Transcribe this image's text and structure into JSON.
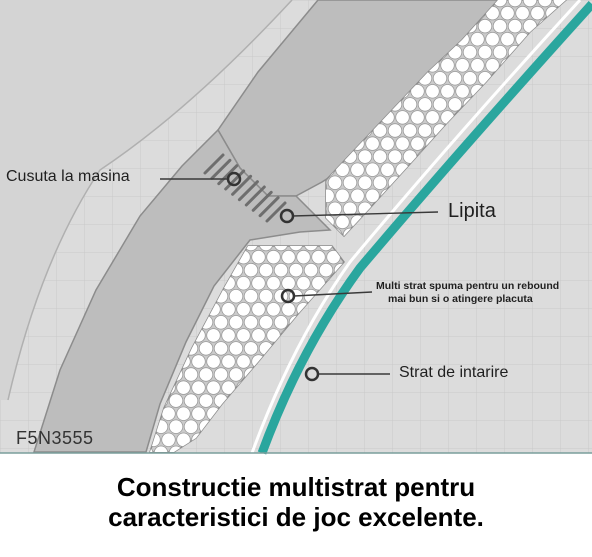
{
  "colors": {
    "background": "#dcdcdc",
    "grid": "#cacaca",
    "outer_layer": "#bdbdbd",
    "outer_layer_edge": "#8c8c8c",
    "foam_layer": "#cbcbcb",
    "foam_bead": "#ffffff",
    "stitch": "#6e6e6e",
    "reinforcement_stripe": "#2aa69e",
    "leader": "#3a3a3a",
    "caption_text": "#000000"
  },
  "labels": {
    "machine_stitched": "Cusuta la masina",
    "glued": "Lipita",
    "multilayer_foam_line1": "Multi strat spuma pentru un rebound",
    "multilayer_foam_line2": "mai bun si o atingere placuta",
    "reinforcement_layer": "Strat de intarire",
    "product_code": "F5N3555"
  },
  "caption": {
    "line1": "Constructie multistrat pentru",
    "line2": "caracteristici de joc excelente."
  },
  "icons": {
    "stitch": "stitch-icon",
    "callout_marker": "ring-marker-icon"
  }
}
